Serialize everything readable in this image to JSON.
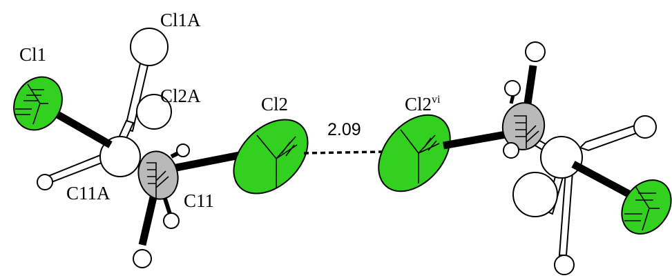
{
  "labels": {
    "cl1": "Cl1",
    "cl1a": "Cl1A",
    "cl2a": "Cl2A",
    "cl2": "Cl2",
    "cl2vi_base": "Cl2",
    "cl2vi_sup": "vi",
    "c11a": "C11A",
    "c11": "C11"
  },
  "interaction": {
    "distance": "2.09"
  },
  "colors": {
    "chlorine": "#33d11f",
    "carbon": "#b9b9b9",
    "hydrogen_disordered": "#ffffff",
    "bond": "#000000",
    "outline": "#000000"
  }
}
